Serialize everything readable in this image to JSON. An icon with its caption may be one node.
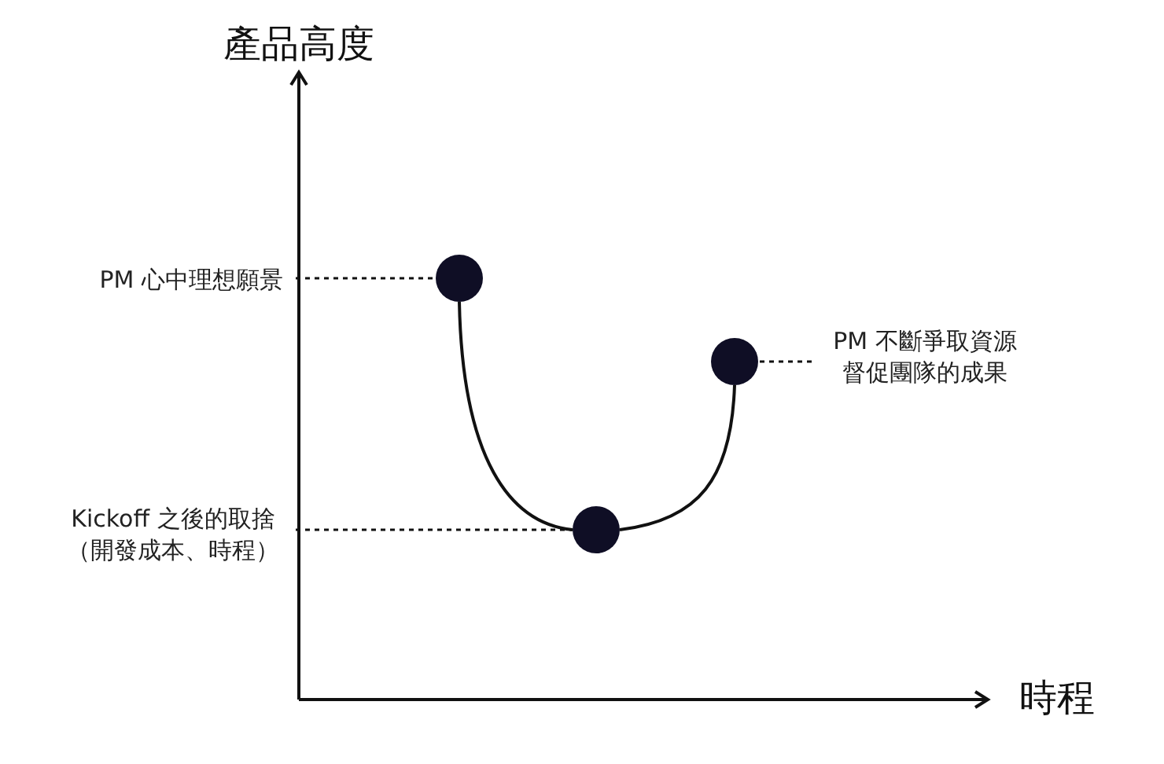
{
  "diagram": {
    "nodes": [
      {
        "text": [
          "PM 心中理想願景"
        ]
      },
      {
        "text": [],
        "shape": "circle"
      },
      {
        "text": [],
        "shape": "circle"
      },
      {
        "text": [
          "PM 不斷爭取資源督促團隊的成果"
        ]
      },
      {
        "text": [
          "Kickoff 之後的取捨（開發成本、時程）"
        ]
      },
      {
        "text": [],
        "shape": "circle"
      }
    ],
    "edges": [
      {
        "from": 0,
        "to": 1,
        "arrow": "none",
        "style": "dashed"
      },
      {
        "from": 3,
        "to": 2,
        "arrow": "none",
        "style": "dashed"
      },
      {
        "from": 4,
        "to": 5,
        "arrow": "none",
        "style": "dashed"
      },
      {
        "from": 1,
        "to": 5,
        "arrow": "none"
      },
      {
        "from": 5,
        "to": 2,
        "arrow": "none"
      }
    ],
    "labels": [
      "產品高度",
      "時程"
    ]
  }
}
